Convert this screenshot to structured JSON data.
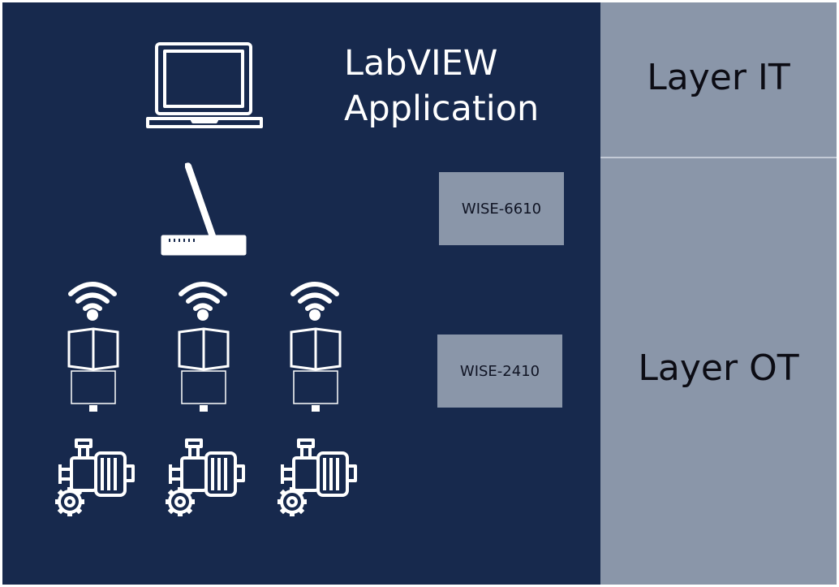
{
  "app_title": {
    "line1": "LabVIEW",
    "line2": "Application"
  },
  "devices": {
    "gateway_label": "WISE-6610",
    "node_label": "WISE-2410"
  },
  "layers": {
    "it_label": "Layer IT",
    "ot_label": "Layer OT"
  },
  "colors": {
    "background": "#17294d",
    "layer_panel": "#8a96a9",
    "icon_stroke": "#ffffff",
    "label_text": "#0c0c14"
  },
  "icons": {
    "laptop": "laptop-icon",
    "gateway": "antenna-router-icon",
    "wireless": "wifi-signal-icon",
    "sensor": "wireless-sensor-icon",
    "motor": "motor-gear-icon"
  }
}
